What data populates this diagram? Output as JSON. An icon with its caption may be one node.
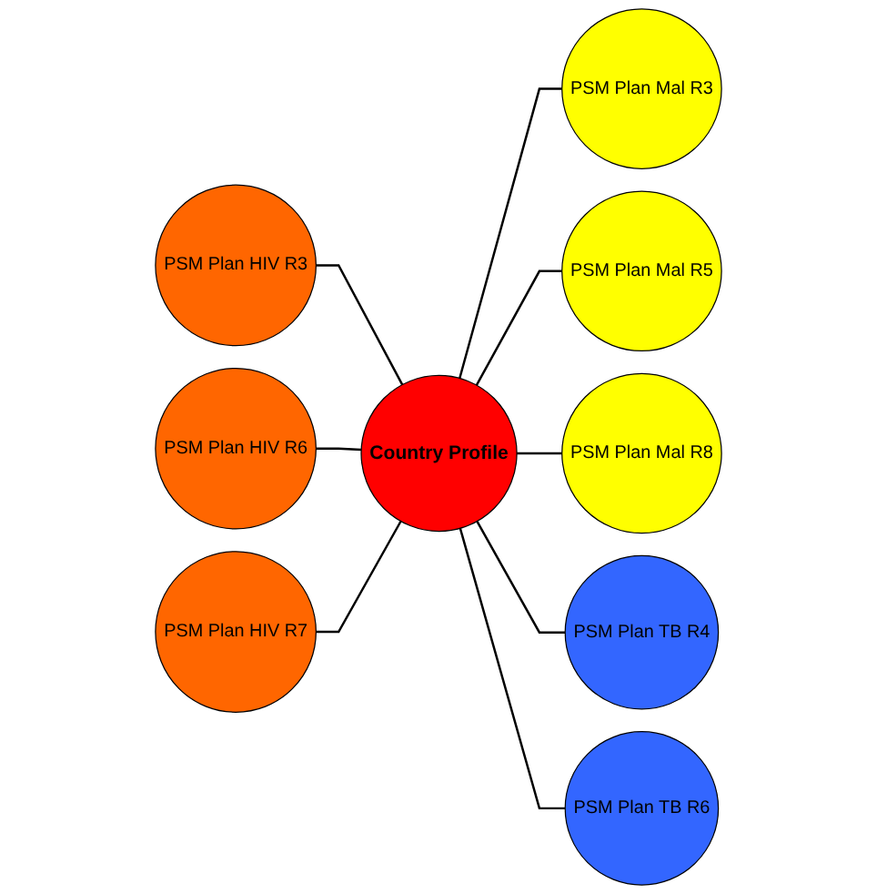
{
  "diagram": {
    "nodes": [
      {
        "text": [
          "Country Profile"
        ]
      },
      {
        "text": [
          "PSM Plan Mal R3"
        ]
      },
      {
        "text": [
          "PSM Plan Mal R5"
        ]
      },
      {
        "text": [
          "PSM Plan Mal R8"
        ]
      },
      {
        "text": [
          "PSM Plan TB R4"
        ]
      },
      {
        "text": [
          "PSM Plan TB R6"
        ]
      },
      {
        "text": [
          "PSM Plan HIV R3"
        ]
      },
      {
        "text": [
          "PSM Plan HIV R6"
        ]
      },
      {
        "text": [
          "PSM Plan HIV R7"
        ]
      }
    ],
    "edges": [
      {
        "from": 0,
        "to": 1,
        "arrow": "none"
      },
      {
        "from": 0,
        "to": 2,
        "arrow": "none"
      },
      {
        "from": 0,
        "to": 3,
        "arrow": "none"
      },
      {
        "from": 0,
        "to": 4,
        "arrow": "none"
      },
      {
        "from": 0,
        "to": 5,
        "arrow": "none"
      },
      {
        "from": 6,
        "to": 0,
        "arrow": "none"
      },
      {
        "from": 7,
        "to": 0,
        "arrow": "none"
      },
      {
        "from": 8,
        "to": 0,
        "arrow": "none"
      }
    ]
  }
}
